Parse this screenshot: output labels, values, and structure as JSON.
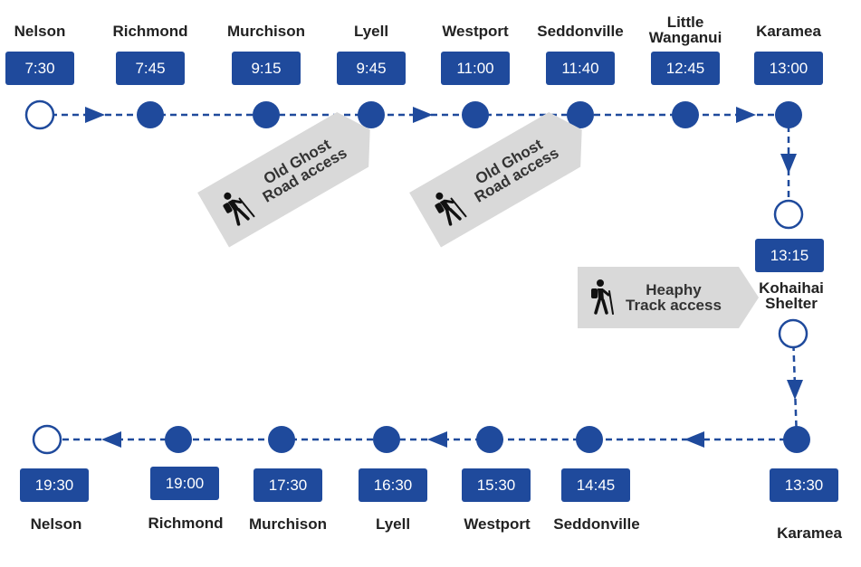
{
  "colors": {
    "primary": "#1f4a9c",
    "callout": "#d9d9d9",
    "text": "#222222"
  },
  "top_route": [
    {
      "name_lines": [
        "Nelson"
      ],
      "time": "7:30",
      "node": "open"
    },
    {
      "name_lines": [
        "Richmond"
      ],
      "time": "7:45",
      "node": "filled"
    },
    {
      "name_lines": [
        "Murchison"
      ],
      "time": "9:15",
      "node": "filled"
    },
    {
      "name_lines": [
        "Lyell"
      ],
      "time": "9:45",
      "node": "filled"
    },
    {
      "name_lines": [
        "Westport"
      ],
      "time": "11:00",
      "node": "filled"
    },
    {
      "name_lines": [
        "Seddonville"
      ],
      "time": "11:40",
      "node": "filled"
    },
    {
      "name_lines": [
        "Little",
        "Wanganui"
      ],
      "time": "12:45",
      "node": "filled"
    },
    {
      "name_lines": [
        "Karamea"
      ],
      "time": "13:00",
      "node": "filled"
    }
  ],
  "kohaihai": {
    "name_lines": [
      "Kohaihai",
      "Shelter"
    ],
    "time": "13:15"
  },
  "bottom_route": [
    {
      "name_lines": [
        "Karamea"
      ],
      "time": "13:30",
      "node": "filled"
    },
    {
      "name_lines": [
        "Seddonville"
      ],
      "time": "14:45",
      "node": "filled"
    },
    {
      "name_lines": [
        "Westport"
      ],
      "time": "15:30",
      "node": "filled"
    },
    {
      "name_lines": [
        "Lyell"
      ],
      "time": "16:30",
      "node": "filled"
    },
    {
      "name_lines": [
        "Murchison"
      ],
      "time": "17:30",
      "node": "filled"
    },
    {
      "name_lines": [
        "Richmond"
      ],
      "time": "19:00",
      "node": "filled"
    },
    {
      "name_lines": [
        "Nelson"
      ],
      "time": "19:30",
      "node": "open"
    }
  ],
  "callouts": [
    {
      "lines": [
        "Old Ghost",
        "Road access"
      ],
      "icon": "hiker-icon"
    },
    {
      "lines": [
        "Old Ghost",
        "Road access"
      ],
      "icon": "hiker-icon"
    },
    {
      "lines": [
        "Heaphy",
        "Track access"
      ],
      "icon": "hiker-icon"
    }
  ]
}
